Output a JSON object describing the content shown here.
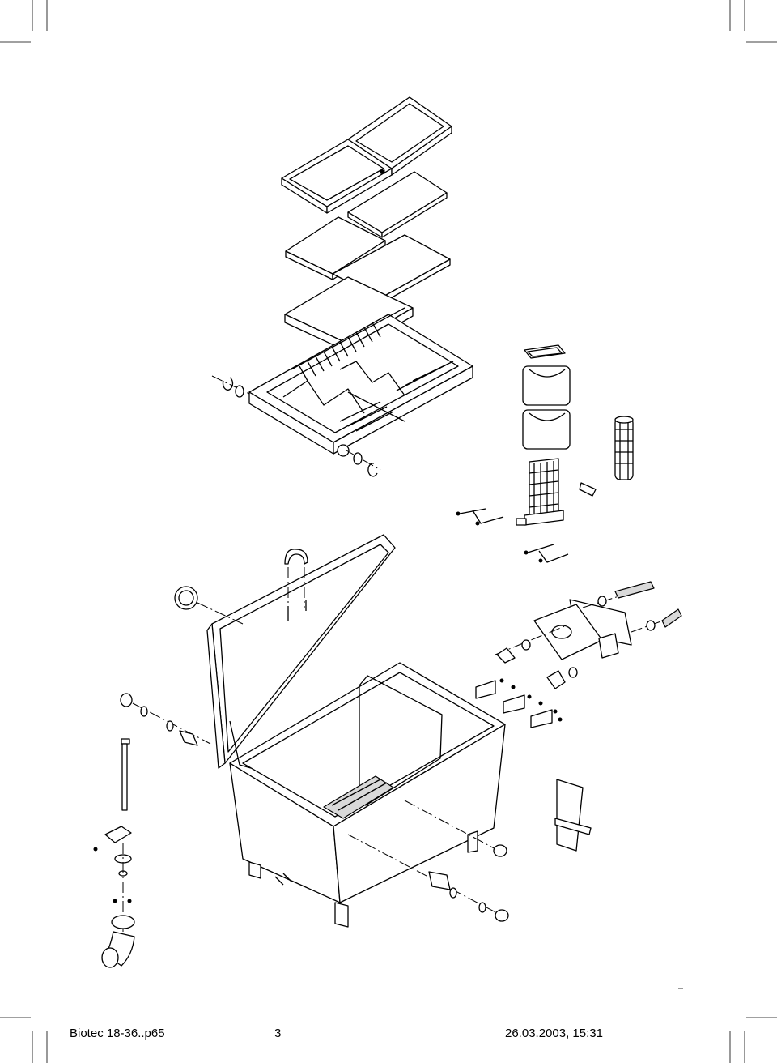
{
  "footer": {
    "filename": "Biotec 18-36..p65",
    "page": "3",
    "timestamp": "26.03.2003, 15:31"
  },
  "colors": {
    "line": "#000000",
    "fill": "#ffffff",
    "shade": "#d9d9d9"
  }
}
